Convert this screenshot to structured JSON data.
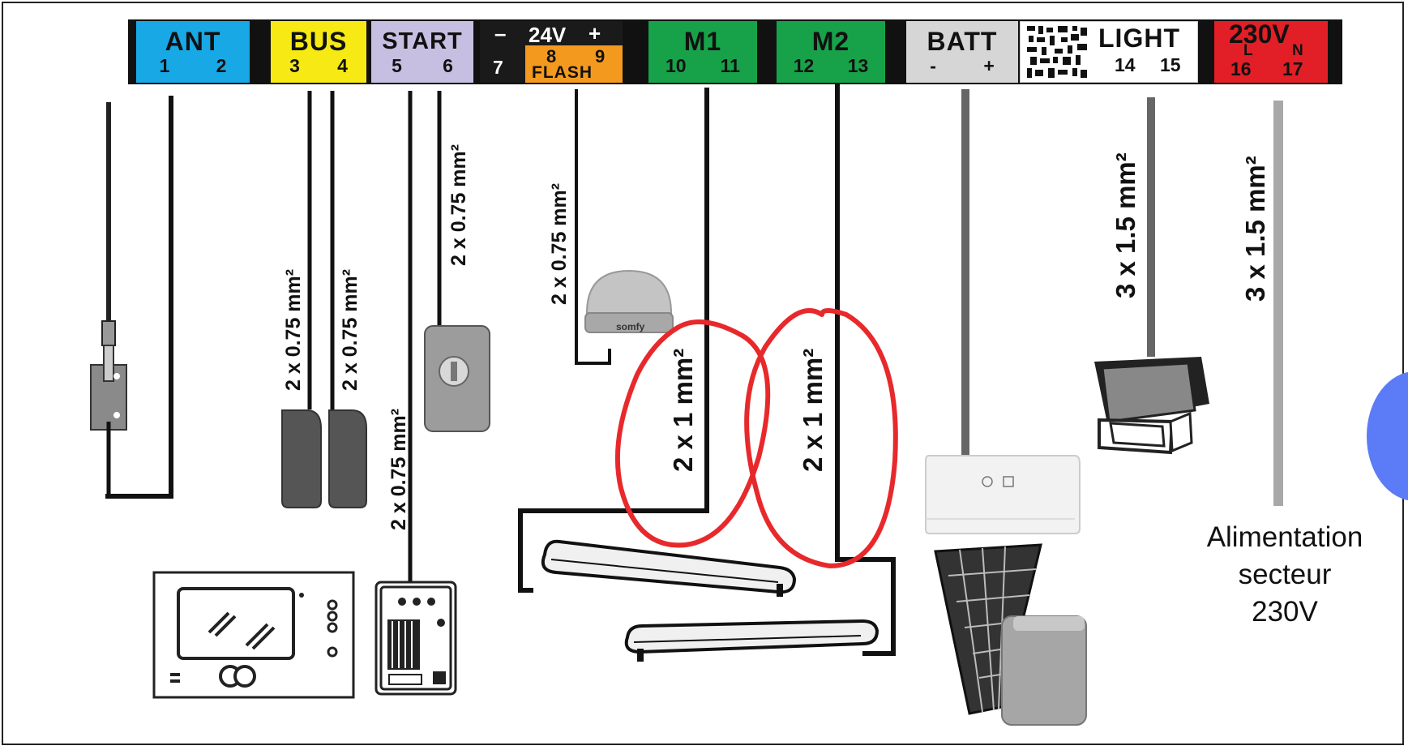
{
  "terminals": [
    {
      "name": "ANT",
      "numbers": [
        "1",
        "2"
      ],
      "color": "#18a8e6"
    },
    {
      "name": "BUS",
      "numbers": [
        "3",
        "4"
      ],
      "color": "#f7ea14"
    },
    {
      "name": "START",
      "numbers": [
        "5",
        "6"
      ],
      "color": "#c7bfe2"
    },
    {
      "name": "24V",
      "minus": "–",
      "plus": "+",
      "seven": "7",
      "eight": "8",
      "nine": "9",
      "flash": "FLASH",
      "color": "#1a1a1a",
      "accent": "#f39a1e"
    },
    {
      "name": "M1",
      "numbers": [
        "10",
        "11"
      ],
      "color": "#17a24a"
    },
    {
      "name": "M2",
      "numbers": [
        "12",
        "13"
      ],
      "color": "#17a24a"
    },
    {
      "name": "BATT",
      "numbers": [
        "-",
        "+"
      ],
      "color": "#d6d6d6"
    },
    {
      "name": "LIGHT",
      "numbers": [
        "14",
        "15"
      ],
      "color": "#ffffff"
    },
    {
      "name": "230V",
      "sub": [
        "L",
        "N"
      ],
      "numbers": [
        "16",
        "17"
      ],
      "color": "#e21f26"
    }
  ],
  "wire_labels": {
    "bus_a": "2 x 0.75 mm²",
    "bus_b": "2 x 0.75 mm²",
    "start_keypad": "2 x 0.75 mm²",
    "start_photocell": "2 x 0.75 mm²",
    "flash": "2 x 0.75 mm²",
    "m1": "2 x 1 mm²",
    "m2": "2 x 1 mm²",
    "light": "3 x 1.5 mm²",
    "mains": "3 x 1.5 mm²"
  },
  "flash_brand": "somfy",
  "mains_caption": [
    "Alimentation",
    "secteur",
    "230V"
  ],
  "colors": {
    "wire": "#111111",
    "wire_gray": "#666666",
    "wire_light": "#a8a8a8",
    "annotation_red": "#e8292c"
  }
}
